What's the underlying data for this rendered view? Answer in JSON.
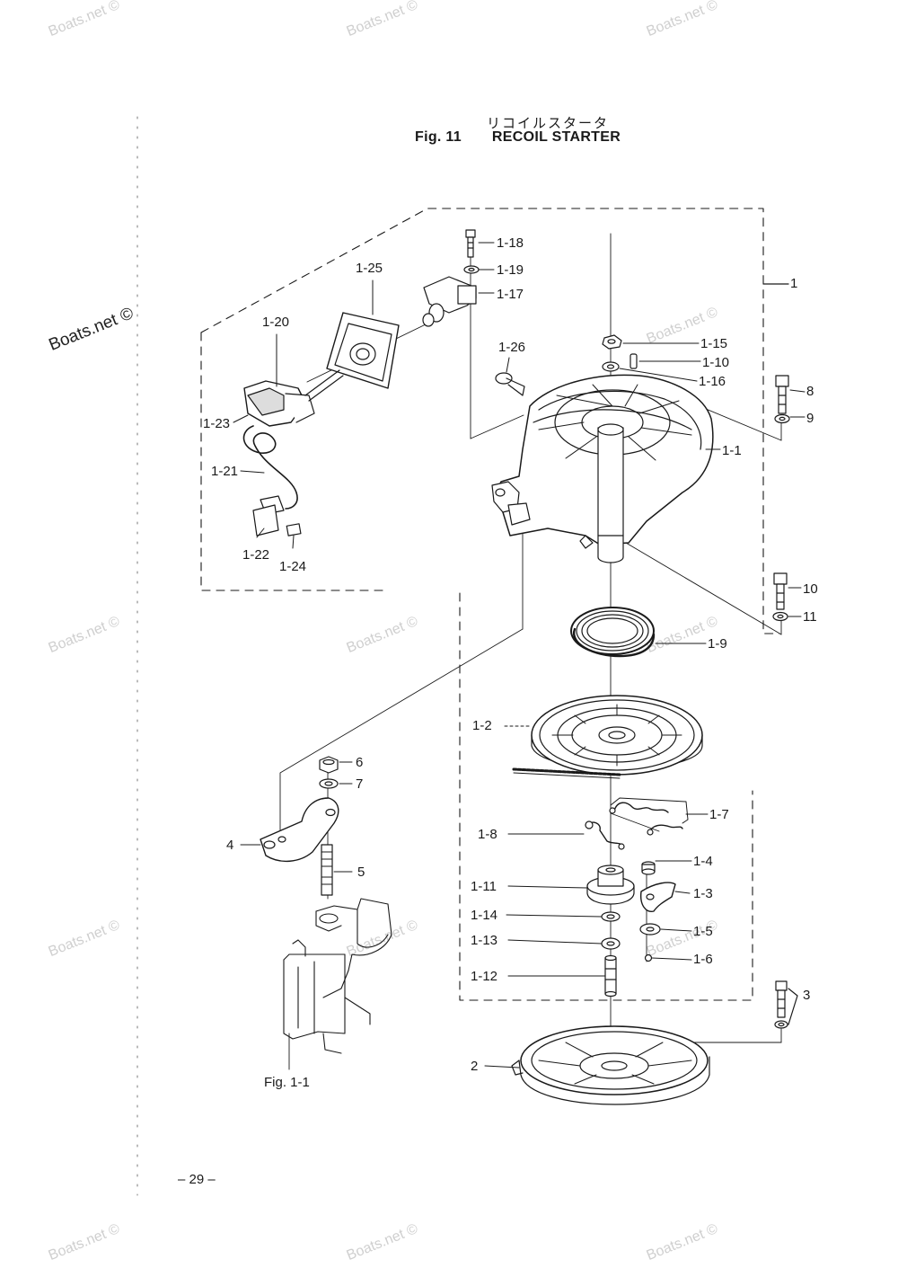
{
  "title": {
    "japanese": "リコイルスタータ",
    "figure_number": "Fig. 11",
    "name": "RECOIL STARTER"
  },
  "watermark": "Boats.net ©",
  "figure_reference": "Fig. 1-1",
  "page_number": "– 29 –",
  "callouts": {
    "c1": "1",
    "c1_1": "1-1",
    "c1_2": "1-2",
    "c1_3": "1-3",
    "c1_4": "1-4",
    "c1_5": "1-5",
    "c1_6": "1-6",
    "c1_7": "1-7",
    "c1_8": "1-8",
    "c1_9": "1-9",
    "c1_10": "1-10",
    "c1_11": "1-11",
    "c1_12": "1-12",
    "c1_13": "1-13",
    "c1_14": "1-14",
    "c1_15": "1-15",
    "c1_16": "1-16",
    "c1_17": "1-17",
    "c1_18": "1-18",
    "c1_19": "1-19",
    "c1_20": "1-20",
    "c1_21": "1-21",
    "c1_22": "1-22",
    "c1_23": "1-23",
    "c1_24": "1-24",
    "c1_25": "1-25",
    "c1_26": "1-26",
    "c2": "2",
    "c3": "3",
    "c4": "4",
    "c5": "5",
    "c6": "6",
    "c7": "7",
    "c8": "8",
    "c9": "9",
    "c10": "10",
    "c11": "11"
  }
}
